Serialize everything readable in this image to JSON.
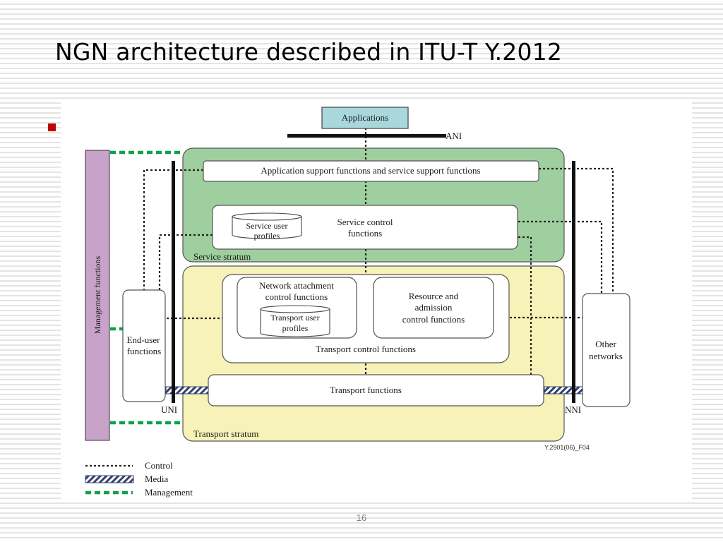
{
  "slide": {
    "title": "NGN architecture described in ITU-T Y.2012",
    "page_number": "16"
  },
  "diagram": {
    "applications": "Applications",
    "ani": "ANI",
    "uni": "UNI",
    "nni": "NNI",
    "management_functions": "Management functions",
    "app_support": "Application support functions and service support functions",
    "service_user_profiles": [
      "Service user",
      "profiles"
    ],
    "service_control": [
      "Service control",
      "functions"
    ],
    "service_stratum": "Service stratum",
    "network_attachment": [
      "Network attachment",
      "control functions"
    ],
    "transport_user_profiles": [
      "Transport user",
      "profiles"
    ],
    "resource_admission": [
      "Resource and",
      "admission",
      "control functions"
    ],
    "transport_control": "Transport control functions",
    "transport_functions": "Transport functions",
    "transport_stratum": "Transport stratum",
    "end_user": [
      "End-user",
      "functions"
    ],
    "other_networks": [
      "Other",
      "networks"
    ],
    "figure_ref": "Y.2901(06)_F04",
    "colors": {
      "service_stratum": "#9fcf9f",
      "transport_stratum": "#f7f3b8",
      "applications": "#a9d8dc",
      "management": "#c7a2c9",
      "management_line": "#0ea04a"
    }
  },
  "legend": {
    "control": "Control",
    "media": "Media",
    "management": "Management"
  }
}
